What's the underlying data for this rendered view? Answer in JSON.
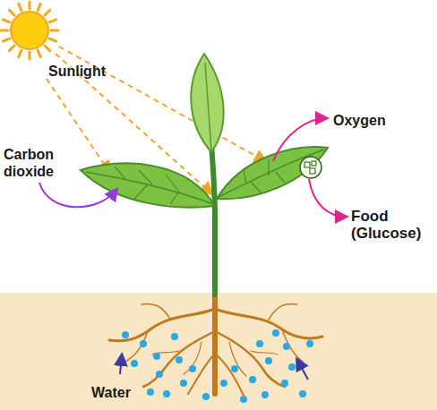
{
  "diagram": {
    "labels": [
      "Sunlight",
      "Carbon dioxide",
      "Oxygen",
      "Food (Glucose)",
      "Water"
    ]
  }
}
